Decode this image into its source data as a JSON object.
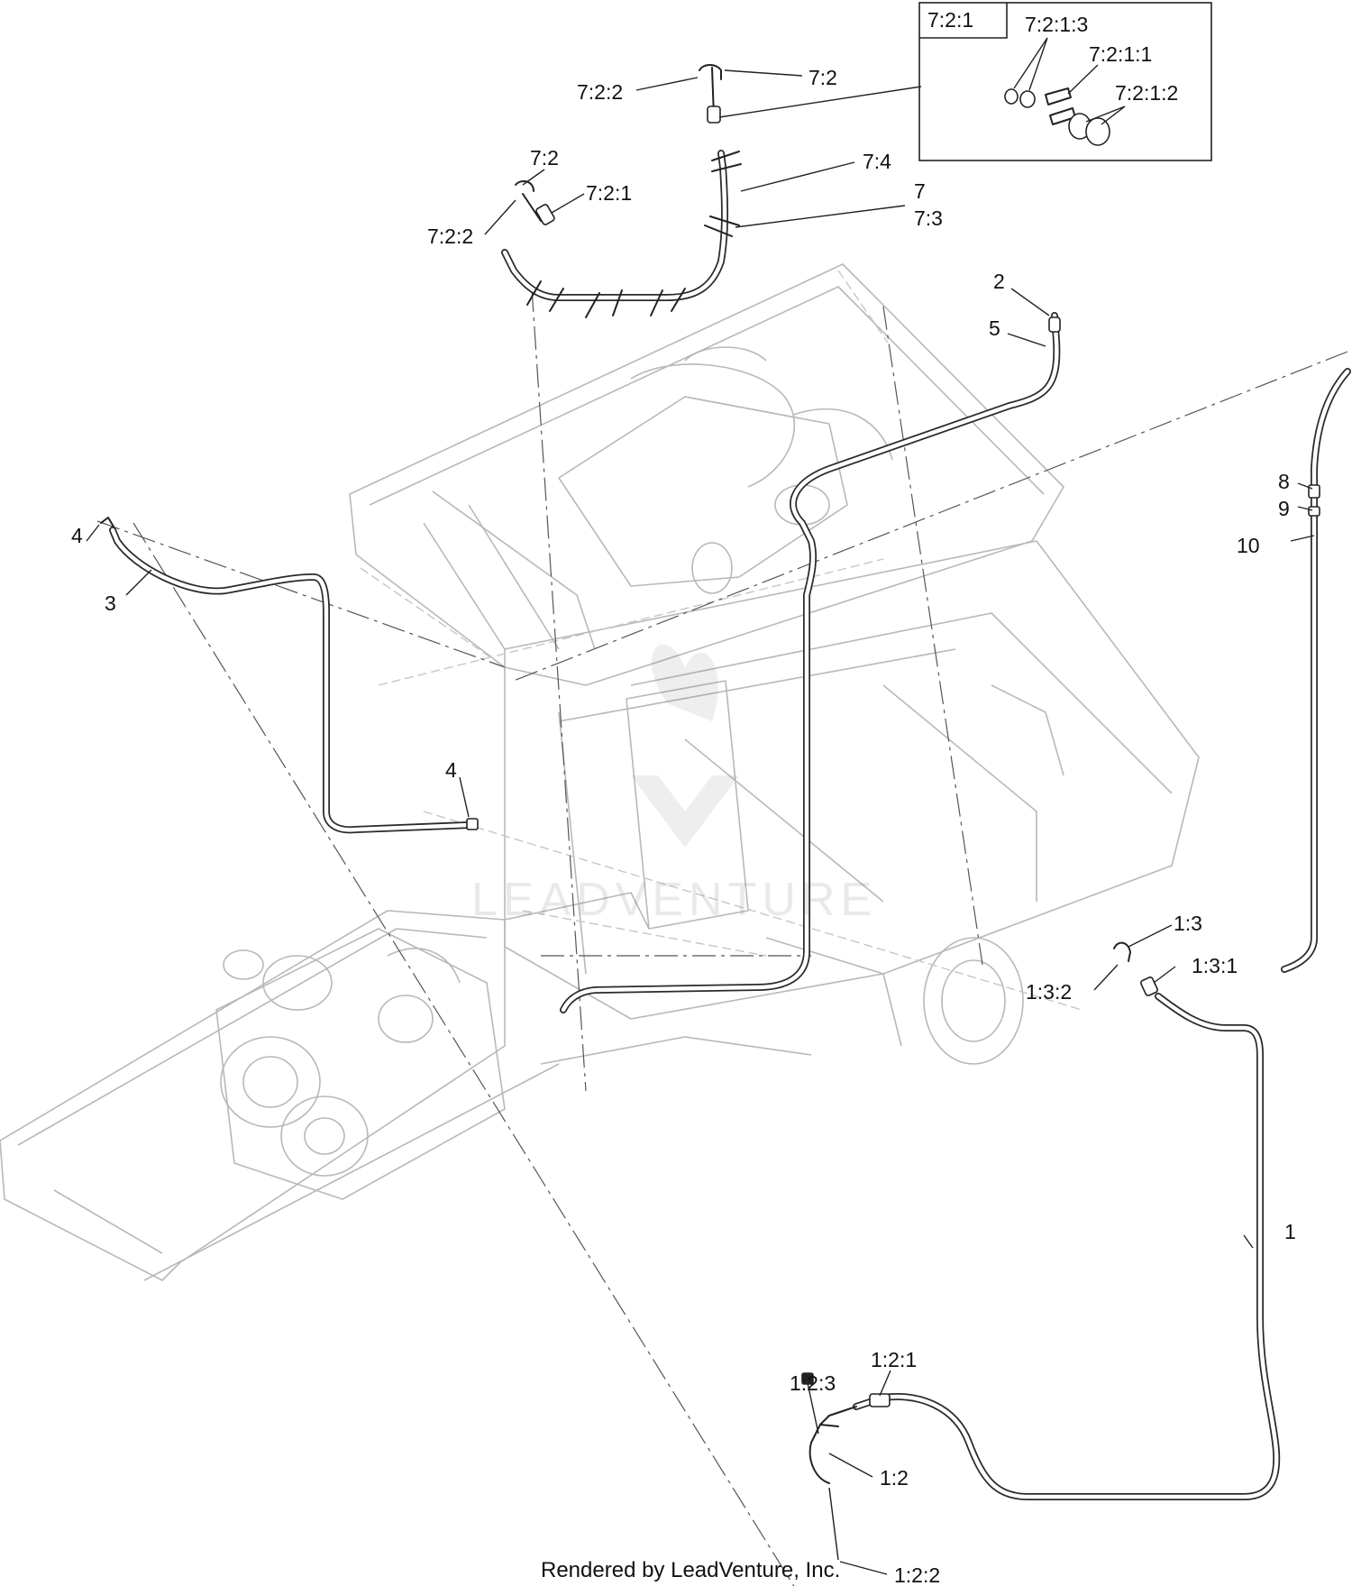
{
  "diagram": {
    "inset": {
      "title": "7:2:1",
      "labels": [
        "7:2:1:3",
        "7:2:1:1",
        "7:2:1:2"
      ]
    },
    "callouts": {
      "c_7_2_2_top": "7:2:2",
      "c_7_2_top": "7:2",
      "c_7_2_left": "7:2",
      "c_7_2_1": "7:2:1",
      "c_7_2_2_left": "7:2:2",
      "c_7_4": "7:4",
      "c_7": "7",
      "c_7_3": "7:3",
      "c_2": "2",
      "c_5": "5",
      "c_4_top": "4",
      "c_3": "3",
      "c_4_mid": "4",
      "c_8": "8",
      "c_9": "9",
      "c_10": "10",
      "c_1_3": "1:3",
      "c_1_3_1": "1:3:1",
      "c_1_3_2": "1:3:2",
      "c_1": "1",
      "c_1_2_1": "1:2:1",
      "c_1_2_3": "1:2:3",
      "c_1_2": "1:2",
      "c_1_2_2": "1:2:2"
    },
    "watermark": "LEADVENTURE",
    "footer": "Rendered by LeadVenture, Inc."
  }
}
